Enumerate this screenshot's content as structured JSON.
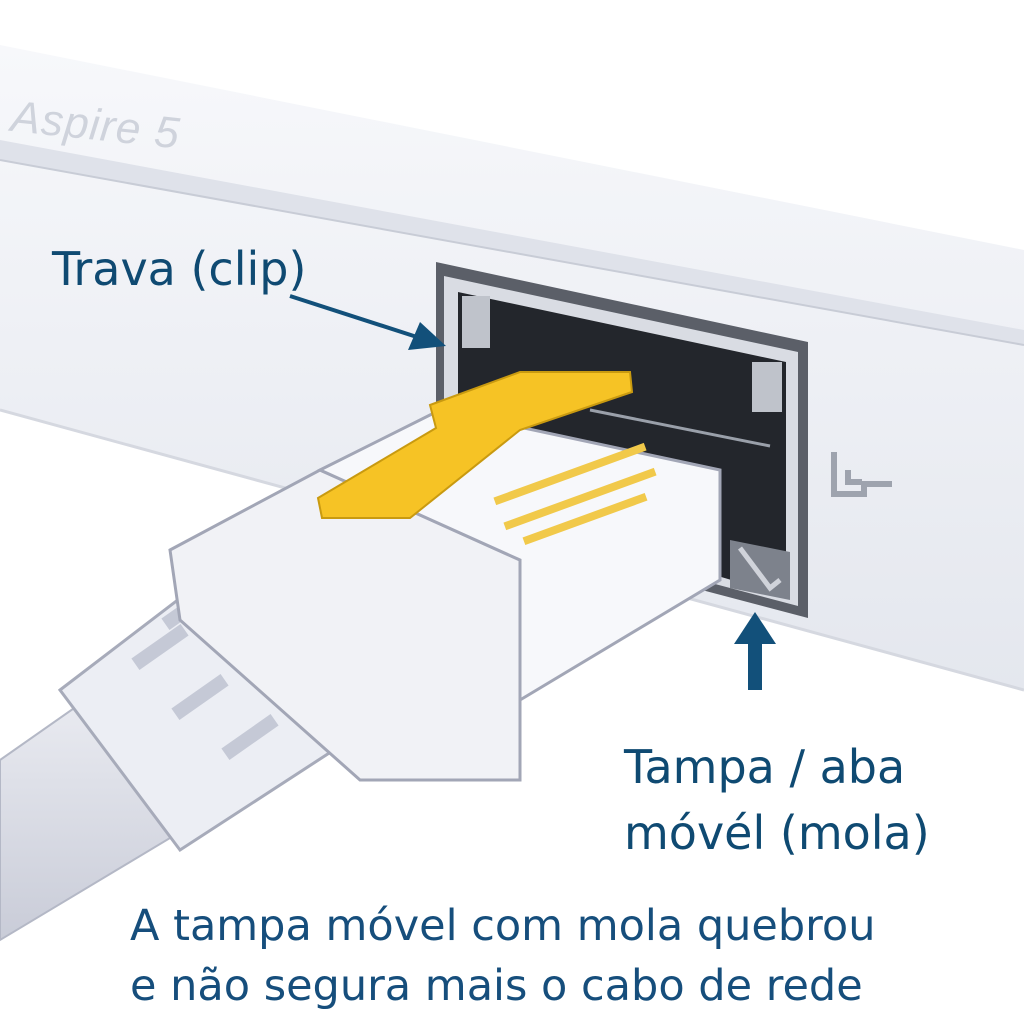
{
  "device": {
    "brand_text": "Aspire 5"
  },
  "labels": {
    "clip": "Trava (clip)",
    "cover_line1": "Tampa / aba",
    "cover_line2": "móvél (mola)"
  },
  "caption": {
    "line1": "A tampa móvel com mola quebrou",
    "line2": "e não segura mais o cabo de rede"
  },
  "colors": {
    "text": "#0f4a72",
    "arrow": "#12507a",
    "clip_yellow": "#f6c325",
    "laptop_body": "#eef0f5",
    "port_dark": "#23262c"
  }
}
